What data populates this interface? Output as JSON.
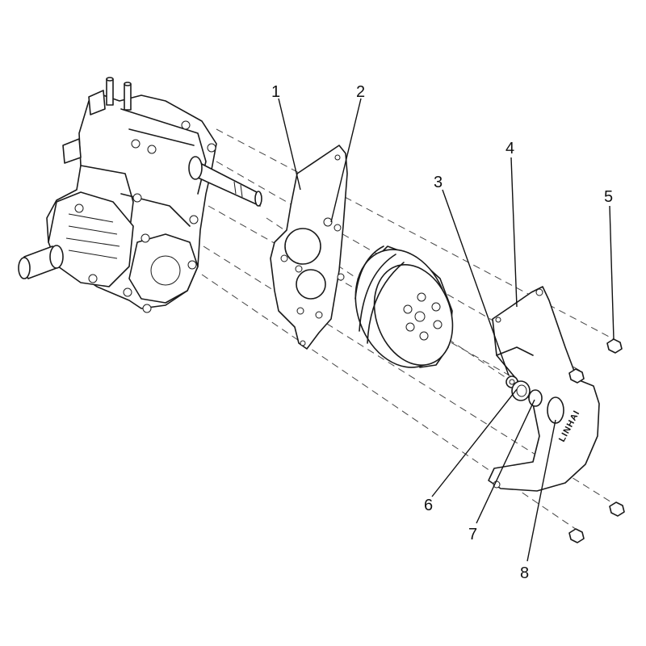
{
  "callouts": {
    "c1": "1",
    "c2": "2",
    "c3": "3",
    "c4": "4",
    "c5": "5",
    "c6": "6",
    "c7": "7",
    "c8": "8"
  },
  "brand_text": "LINHAI"
}
